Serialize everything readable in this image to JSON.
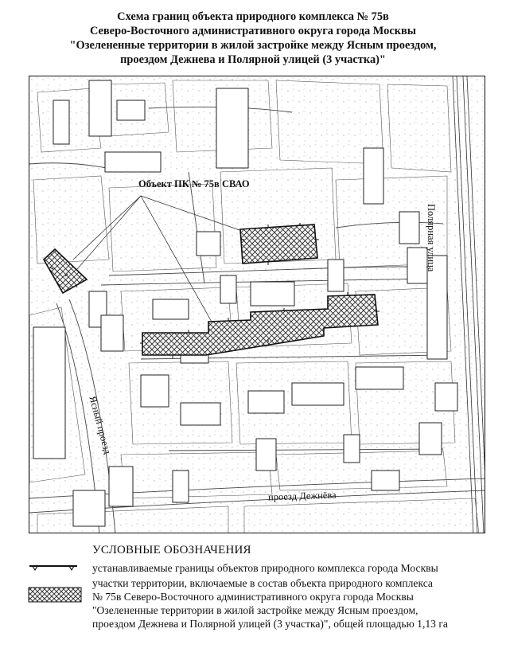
{
  "title": {
    "line1": "Схема границ объекта природного комплекса № 75в",
    "line2": "Северо-Восточного административного округа города Москвы",
    "line3": "\"Озелененные территории в жилой застройке между Ясным проездом,",
    "line4": "проездом Дежнева и Полярной улицей (3 участка)\""
  },
  "map": {
    "object_label": "Объект ПК № 75в СВАО",
    "streets": {
      "polar": "Полярная улица",
      "yasny": "Ясный проезд",
      "dezhnev": "проезд Дежнёва"
    }
  },
  "legend": {
    "heading": "УСЛОВНЫЕ ОБОЗНАЧЕНИЯ",
    "boundary_text": "устанавливаемые границы объектов природного комплекса города Москвы",
    "area_text": [
      "участки территории, включаемые в состав объекта природного комплекса",
      "№ 75в Северо-Восточного административного округа города Москвы",
      "\"Озелененные территории в жилой застройке между Ясным проездом,",
      "проездом Дежнева и Полярной улицей (3 участка)\", общей площадью 1,13 га"
    ]
  }
}
